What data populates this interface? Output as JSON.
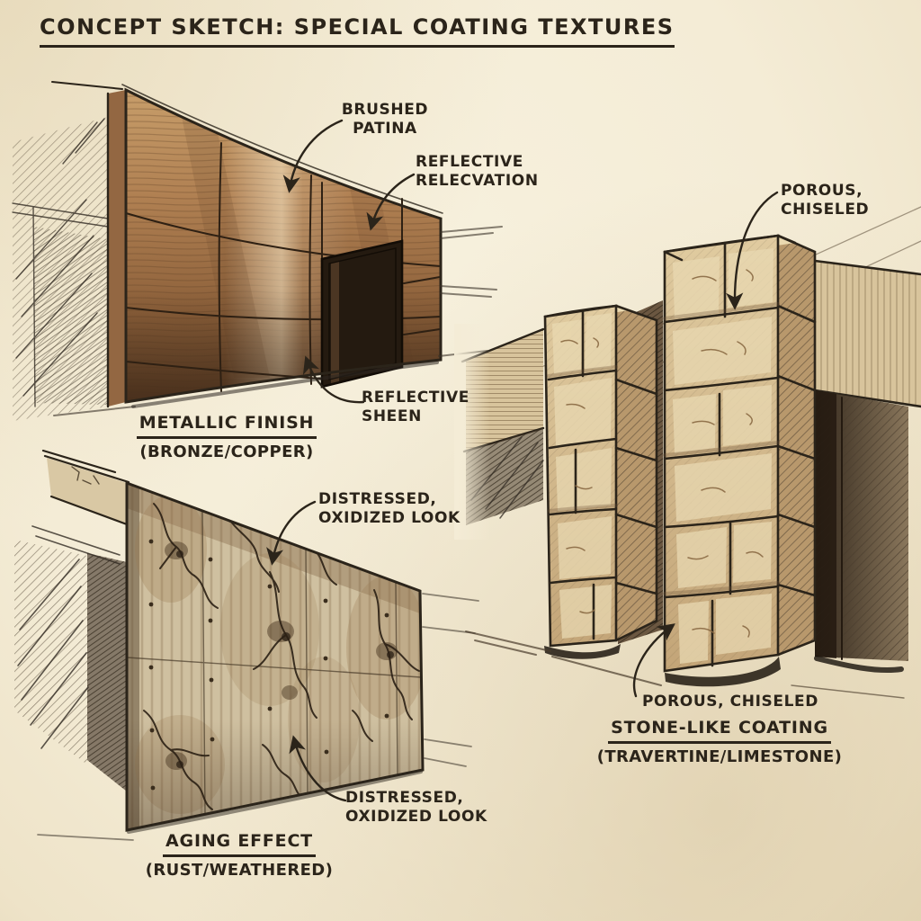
{
  "title": "CONCEPT SKETCH: SPECIAL COATING TEXTURES",
  "sections": {
    "metallic": {
      "caption": "METALLIC FINISH",
      "subcaption": "(BRONZE/COPPER)",
      "annotations": {
        "brushed_patina": {
          "line1": "BRUSHED",
          "line2": "PATINA"
        },
        "reflective_relecvation": {
          "line1": "REFLECTIVE",
          "line2": "RELECVATION"
        },
        "reflective_sheen": {
          "line1": "REFLECTIVE",
          "line2": "SHEEN"
        }
      }
    },
    "aging": {
      "caption": "AGING EFFECT",
      "subcaption": "(RUST/WEATHERED)",
      "annotations": {
        "distressed_top": {
          "line1": "DISTRESSED,",
          "line2": "OXIDIZED LOOK"
        },
        "distressed_bottom": {
          "line1": "DISTRESSED,",
          "line2": "OXIDIZED LOOK"
        }
      }
    },
    "stone": {
      "caption": "STONE-LIKE COATING",
      "subcaption": "(TRAVERTINE/LIMESTONE)",
      "annotations": {
        "porous_top": {
          "line1": "POROUS,",
          "line2": "CHISELED"
        },
        "porous_bottom": {
          "line1": "POROUS, CHISELED"
        }
      }
    }
  },
  "colors": {
    "paper": "#f4ecd6",
    "ink": "#2b241a",
    "copper": "#b08052",
    "copper_dark": "#5e3f26",
    "copper_light": "#dfc49a",
    "weathered_base": "#cfc0a0",
    "rust_stain": "#9a7a52",
    "stone_block": "#d6bf96",
    "stone_highlight": "#e9d9b2",
    "shadow_hatch": "#3a2f24"
  }
}
